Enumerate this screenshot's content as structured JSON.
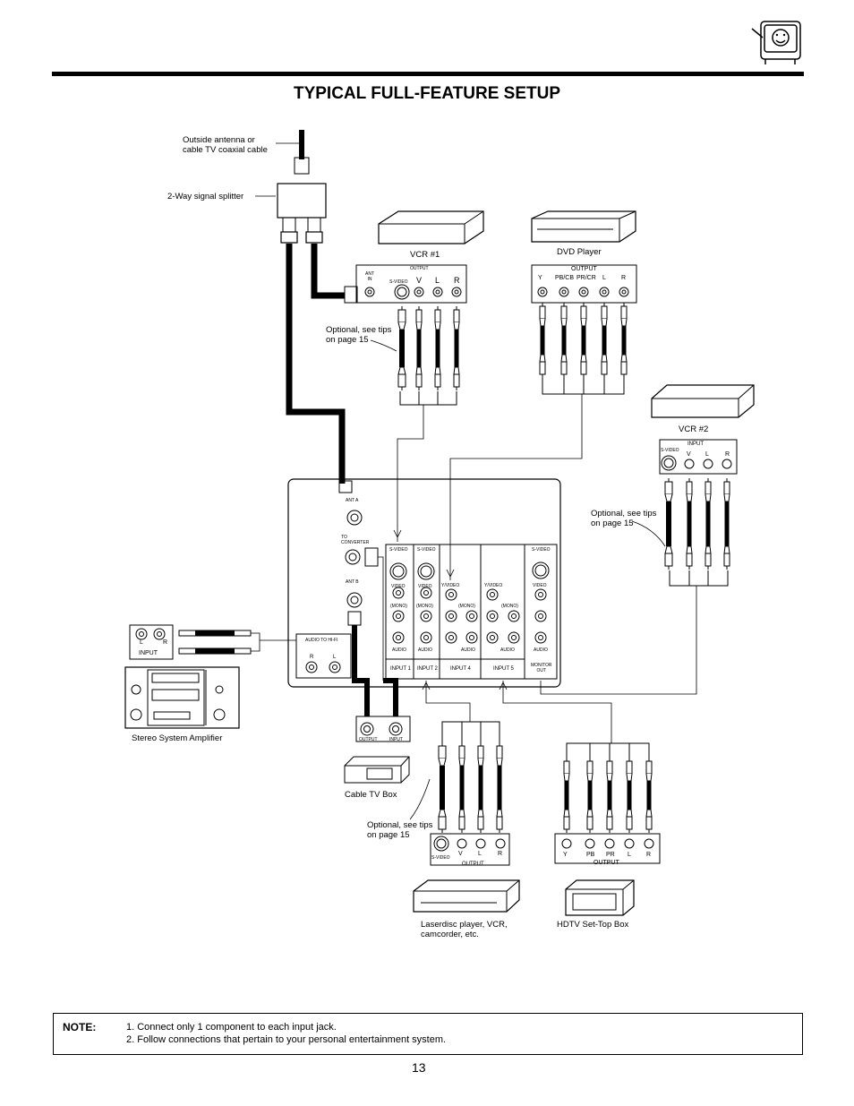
{
  "title": "TYPICAL FULL-FEATURE SETUP",
  "page_number": "13",
  "labels": {
    "antenna": "Outside antenna or\ncable TV coaxial cable",
    "splitter": "2-Way signal splitter",
    "vcr1": "VCR #1",
    "dvd": "DVD Player",
    "vcr2": "VCR #2",
    "optional_tip": "Optional, see tips\non page 15",
    "stereo": "Stereo System Amplifier",
    "cable_box": "Cable TV Box",
    "laserdisc": "Laserdisc player, VCR,\ncamcorder, etc.",
    "hdtv_box": "HDTV Set-Top Box"
  },
  "jack_labels": {
    "output": "OUTPUT",
    "input": "INPUT",
    "ant_in": "ANT\nIN",
    "s_video": "S-VIDEO",
    "v": "V",
    "l": "L",
    "r": "R",
    "y": "Y",
    "pb_cb": "PB/CB",
    "pr_cr": "PR/CR",
    "pb": "PB",
    "pr": "PR"
  },
  "tv_panel": {
    "ant_a": "ANT A",
    "to_converter": "TO\nCONVERTER",
    "ant_b": "ANT B",
    "audio_to_hifi": "AUDIO TO HI-FI",
    "video": "VIDEO",
    "y_video": "Y/VIDEO",
    "mono": "(MONO)",
    "audio": "AUDIO",
    "input1": "INPUT 1",
    "input2": "INPUT 2",
    "input4": "INPUT 4",
    "input5": "INPUT 5",
    "monitor_out": "MONITOR\nOUT"
  },
  "note": {
    "heading": "NOTE:",
    "items": [
      "1.   Connect only 1 component to each input jack.",
      "2.   Follow connections that pertain to your personal entertainment system."
    ]
  }
}
